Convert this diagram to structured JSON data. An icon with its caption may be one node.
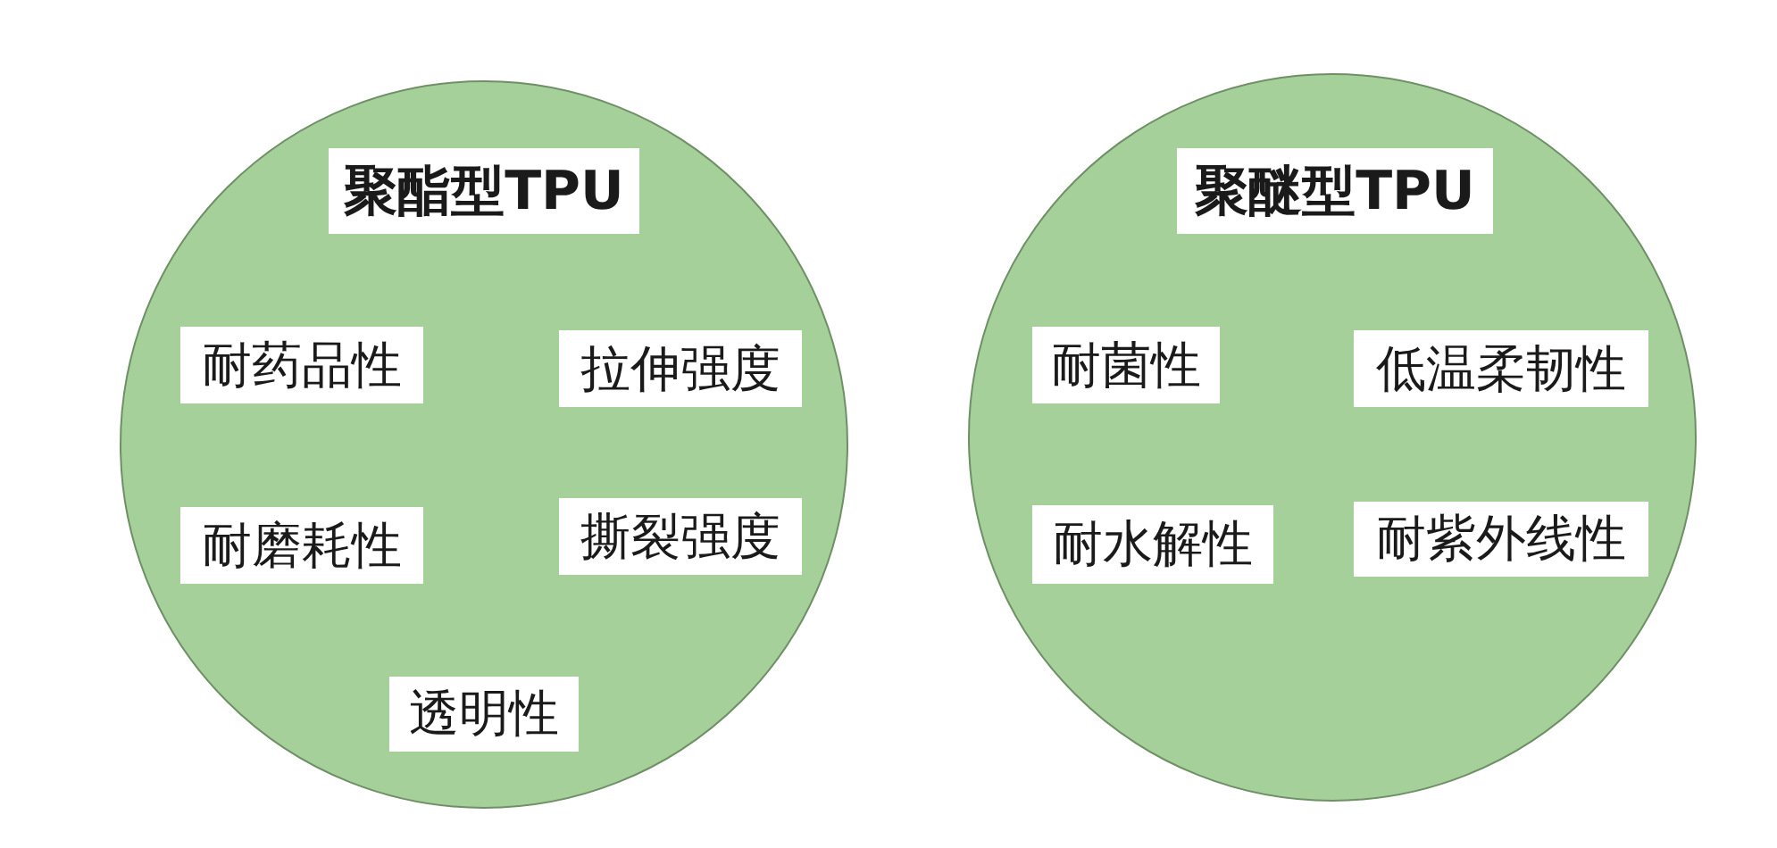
{
  "diagram": {
    "nodes": [
      {
        "text": [],
        "shape": "circle"
      },
      {
        "text": [
          "聚酯型TPU"
        ],
        "in": 0
      },
      {
        "text": [
          "耐药品性"
        ],
        "in": 0
      },
      {
        "text": [
          "拉伸强度"
        ],
        "in": 0
      },
      {
        "text": [
          "耐磨耗性"
        ],
        "in": 0
      },
      {
        "text": [
          "撕裂强度"
        ],
        "in": 0
      },
      {
        "text": [
          "透明性"
        ],
        "in": 0
      },
      {
        "text": [],
        "shape": "circle"
      },
      {
        "text": [
          "聚醚型TPU"
        ],
        "in": 7
      },
      {
        "text": [
          "耐菌性"
        ],
        "in": 7
      },
      {
        "text": [
          "低温柔韧性"
        ],
        "in": 7
      },
      {
        "text": [
          "耐水解性"
        ],
        "in": 7
      },
      {
        "text": [
          "耐紫外线性"
        ],
        "in": 7
      }
    ]
  }
}
